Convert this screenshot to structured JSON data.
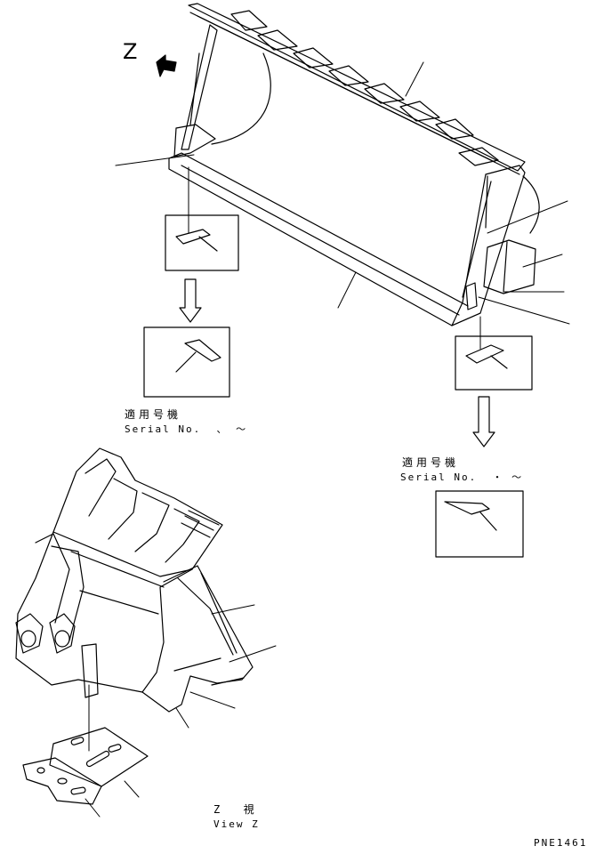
{
  "diagram": {
    "view_marker": "Z",
    "serial_left": {
      "jp": "適用号機",
      "en": "Serial No.  、 ～"
    },
    "serial_right": {
      "jp": "適用号機",
      "en": "Serial No.  ・ ～"
    },
    "view_caption": {
      "jp": "Z  視",
      "en": "View Z"
    },
    "drawing_number": "PNE1461",
    "stroke_color": "#000000",
    "background_color": "#ffffff"
  }
}
